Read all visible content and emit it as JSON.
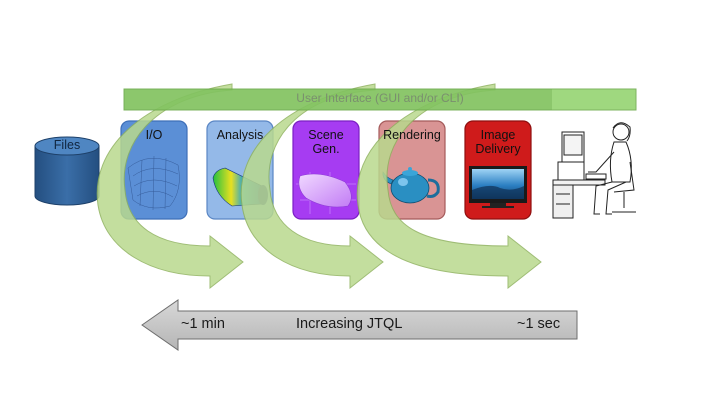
{
  "ui_bar": {
    "label": "User Interface (GUI and/or CLI)"
  },
  "files": {
    "label": "Files"
  },
  "stages": [
    {
      "id": "io",
      "label": "I/O",
      "fill": "#5b8fd6",
      "stroke": "#3e6fb8"
    },
    {
      "id": "analysis",
      "label": "Analysis",
      "fill": "#94b9e8",
      "stroke": "#5a86c4"
    },
    {
      "id": "scene",
      "label": "Scene\nGen.",
      "fill": "#a63cf2",
      "stroke": "#7b1fc4"
    },
    {
      "id": "rendering",
      "label": "Rendering",
      "fill": "#d99494",
      "stroke": "#a55b5b"
    },
    {
      "id": "delivery",
      "label": "Image\nDelivery",
      "fill": "#cf1b1b",
      "stroke": "#8f0f0f"
    }
  ],
  "jtql_arrow": {
    "left_label": "~1 min",
    "center_label": "Increasing JTQL",
    "right_label": "~1 sec"
  },
  "colors": {
    "ui_bar_fill": "#92d36e",
    "ui_bar_stroke": "#6aa94a",
    "flow_arrow_fill": "#b9d98e",
    "flow_arrow_stroke": "#8fb25e",
    "jtql_fill": "#c9c9c9",
    "jtql_stroke": "#6e6e6e",
    "files_fill": "#2f5f96"
  }
}
